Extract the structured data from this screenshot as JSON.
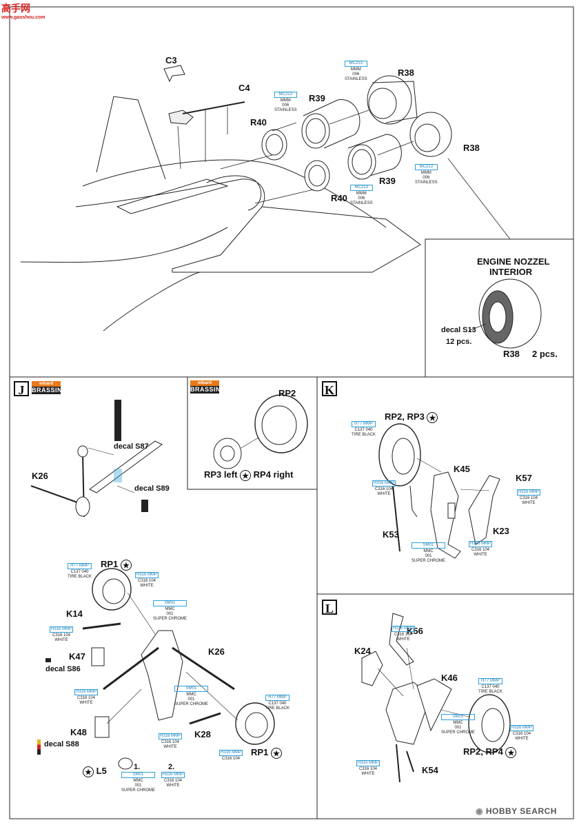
{
  "watermark_top": {
    "text1": "高手",
    "text2": "网",
    "url": "www.gaoshou.com"
  },
  "main": {
    "parts": {
      "c3": "C3",
      "c4": "C4",
      "r38a": "R38",
      "r38b": "R38",
      "r39a": "R39",
      "r39b": "R39",
      "r40a": "R40",
      "r40b": "R40"
    },
    "paints": {
      "p1": [
        "MC213",
        "MMM",
        "006",
        "STAINLESS"
      ],
      "p2": [
        "MC213",
        "MMM",
        "006",
        "STAINLESS"
      ],
      "p3": [
        "MC213",
        "MMM",
        "006",
        "STAINLESS"
      ],
      "p4": [
        "MC213",
        "MMM",
        "006",
        "STAINLESS"
      ]
    },
    "inset": {
      "title_line1": "ENGINE NOZZEL",
      "title_line2": "INTERIOR",
      "decal": "decal S13",
      "decal_qty": "12 pcs.",
      "part": "R38",
      "part_qty": "2 pcs."
    }
  },
  "section_j": {
    "letter": "J",
    "brassin_top": "eduard",
    "brassin_bottom": "BRASSIN",
    "part": "K26",
    "decal_s87": "decal S87",
    "decal_s89": "decal S89"
  },
  "section_brassin2": {
    "brassin_top": "eduard",
    "brassin_bottom": "BRASSIN",
    "part": "RP2",
    "caption_left": "RP3 left",
    "caption_right": "RP4 right"
  },
  "section_k": {
    "letter": "K",
    "wheel": "RP2, RP3",
    "k45": "K45",
    "k57": "K57",
    "k53": "K53",
    "k23": "K23",
    "paint_tire": [
      "H77 MMP",
      "C137 040",
      "TIRE BLACK"
    ],
    "paint_white1": [
      "H316 MMP",
      "C316 104",
      "WHITE"
    ],
    "paint_white2": [
      "H316 MMP",
      "C316 104",
      "WHITE"
    ],
    "paint_white3": [
      "H316 MMP",
      "C316 104",
      "WHITE"
    ],
    "paint_chrome": [
      "SM01",
      "MMC",
      "001",
      "SUPER CHROME"
    ]
  },
  "section_lower": {
    "rp1_top": "RP1",
    "rp1_bottom": "RP1",
    "k14": "K14",
    "k26": "K26",
    "k47": "K47",
    "k48": "K48",
    "k28": "K28",
    "l5": "L5",
    "decal_s86": "decal S86",
    "decal_s88": "decal S88",
    "step1": "1.",
    "step2": "2.",
    "paint_tire_a": [
      "H77 MMP",
      "C137 040",
      "TIRE BLACK"
    ],
    "paint_white_a": [
      "H316 MMP",
      "C316 104",
      "WHITE"
    ],
    "paint_chrome_a": [
      "SM01",
      "MMC",
      "001",
      "SUPER CHROME"
    ],
    "paint_white_b": [
      "H316 MMP",
      "C316 104",
      "WHITE"
    ],
    "paint_chrome_b": [
      "SM01",
      "MMC",
      "001",
      "SUPER CHROME"
    ],
    "paint_tire_b": [
      "H77 MMP",
      "C137 040",
      "TIRE BLACK"
    ],
    "paint_white_c": [
      "H316 MMP",
      "C316 104",
      "WHITE"
    ],
    "paint_white_d": [
      "H316 MMP",
      "C316 104",
      "WHITE"
    ],
    "paint_chrome_c": [
      "SM01",
      "MMC",
      "001",
      "SUPER CHROME"
    ],
    "paint_white_e": [
      "H316 MMP",
      "C316 104",
      "WHITE"
    ]
  },
  "section_l": {
    "letter": "L",
    "k56": "K56",
    "k24": "K24",
    "k46": "K46",
    "k54": "K54",
    "wheel": "RP2, RP4",
    "paint_white1": [
      "H316 MMP",
      "C316 104",
      "WHITE"
    ],
    "paint_tire": [
      "H77 MMP",
      "C137 040",
      "TIRE BLACK"
    ],
    "paint_chrome": [
      "SM01",
      "MMC",
      "001",
      "SUPER CHROME"
    ],
    "paint_white2": [
      "H316 MMP",
      "C316 104",
      "WHITE"
    ],
    "paint_white3": [
      "H316 MMP",
      "C316 104",
      "WHITE"
    ]
  },
  "watermark_bottom": {
    "text": "HOBBY SEARCH"
  },
  "colors": {
    "paint_code": "#2aa0d8",
    "brassin_orange": "#e87a1a",
    "watermark_red": "#d42020"
  }
}
